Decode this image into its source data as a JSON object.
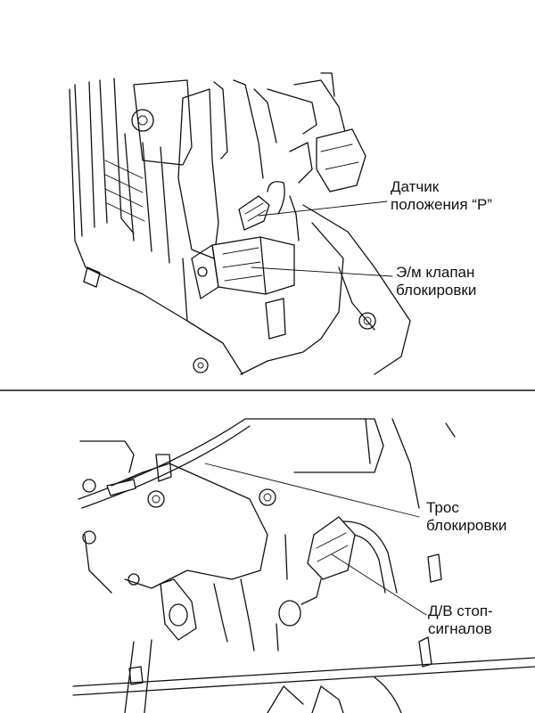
{
  "callouts": {
    "p_sensor": {
      "line1": "Датчик",
      "line2": "положения “P”"
    },
    "lock_solenoid": {
      "line1": "Э/м клапан",
      "line2": "блокировки"
    },
    "lock_cable": {
      "line1": "Трос",
      "line2": "блокировки"
    },
    "stop_switch": {
      "line1": "Д/В стоп-",
      "line2": "сигналов"
    }
  },
  "colors": {
    "ink": "#111111",
    "background": "#ffffff"
  }
}
